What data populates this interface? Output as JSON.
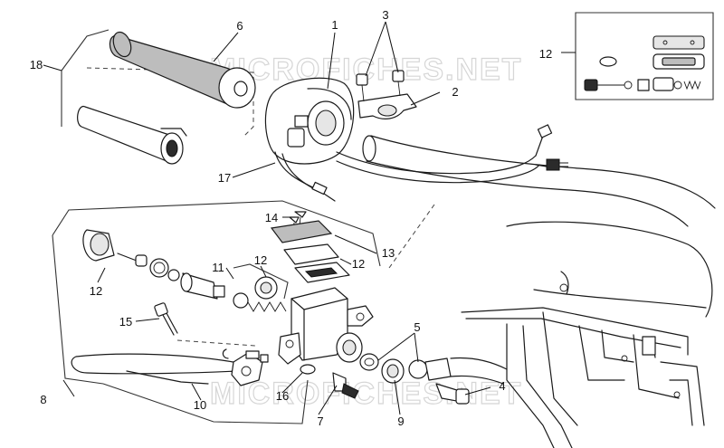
{
  "watermark": {
    "top": "MICROFICHES.NET",
    "bottom": "MICROFICHES.NET"
  },
  "callouts": {
    "c1": "1",
    "c2": "2",
    "c3": "3",
    "c4": "4",
    "c5": "5",
    "c6": "6",
    "c7": "7",
    "c8": "8",
    "c9": "9",
    "c10": "10",
    "c11": "11",
    "c12_inset": "12",
    "c12_a": "12",
    "c12_b": "12",
    "c12_c": "12",
    "c13": "13",
    "c14": "14",
    "c15": "15",
    "c16": "16",
    "c17": "17",
    "c18": "18"
  }
}
